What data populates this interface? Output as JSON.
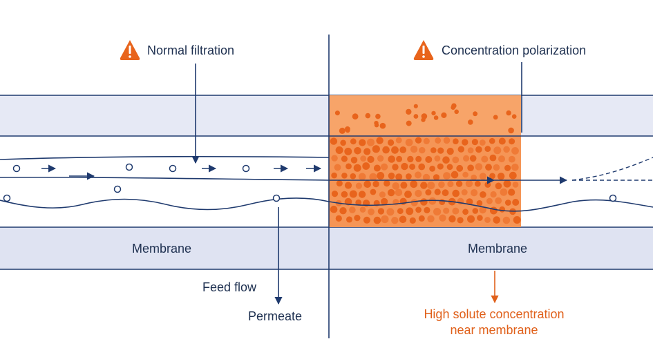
{
  "labels": {
    "normal_filtration": "Normal filtration",
    "concentration_polarization": "Concentration polarization",
    "membrane_left": "Membrane",
    "membrane_right": "Membrane",
    "feed_flow": "Feed flow",
    "permeate": "Permeate",
    "high_solute_line1": "High solute concentration",
    "high_solute_line2": "near membrane"
  },
  "icons": {
    "warning_left": "warning-icon",
    "warning_right": "warning-icon"
  },
  "colors": {
    "navy": "#1f3a6e",
    "orange": "#e8641c",
    "orange_light": "#f5a06a",
    "band": "#e6e9f5",
    "membrane_band": "#dfe3f2",
    "text": "#1e3050",
    "accent_text": "#e0601a"
  }
}
